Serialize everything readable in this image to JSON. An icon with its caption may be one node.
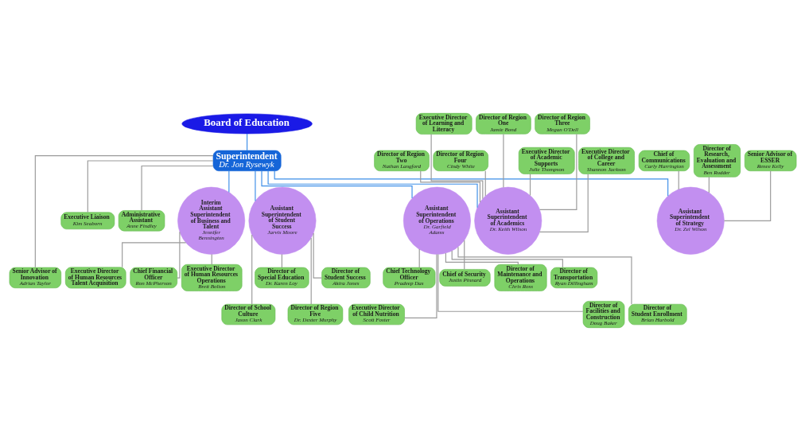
{
  "diagram": {
    "nodes": [
      {
        "text": [
          "Board of Education"
        ]
      },
      {
        "text": [
          "Superintendent",
          "Dr. Jon Rysewyk"
        ]
      },
      {
        "text": [
          "Executive Liaison",
          "Kim Seaborn"
        ]
      },
      {
        "text": [
          "Administrative Assistant",
          "Anne Findley"
        ]
      },
      {
        "text": [
          "Senior Advisor of Innovation",
          "Adrian Taylor"
        ]
      },
      {
        "text": [
          "Assistant Superintendent of Academics",
          "Dr. Keith Wilson"
        ]
      },
      {
        "text": [
          "Assistant Superintendent of Strategy",
          "Dr. Zel Wilson"
        ]
      },
      {
        "text": [
          "Interim Assistant Superintendent of Business and Talent",
          "Jennifer Bennington"
        ]
      },
      {
        "text": [
          "Assistant Superintendent of Student Success",
          "Jarvis Moore"
        ]
      },
      {
        "text": [
          "Assistant Superintendent of Operations",
          "Dr. Garfield Adams"
        ]
      },
      {
        "text": [
          "Executive Director of Learning and Literacy"
        ]
      },
      {
        "text": [
          "Director of Region One",
          "Jamie Bond"
        ]
      },
      {
        "text": [
          "Director of Region Three",
          "Megan O'Dell"
        ]
      },
      {
        "text": [
          "Executive Director of Academic Supports",
          "Julie Thompson"
        ]
      },
      {
        "text": [
          "Executive Director of College and Career",
          "Shannon Jackson"
        ]
      },
      {
        "text": [
          "Director of Region Two",
          "Nathan Langford"
        ]
      },
      {
        "text": [
          "Director of Region Four",
          "Cindy White"
        ]
      },
      {
        "text": [
          "Chief of Communications",
          "Carly Harrington"
        ]
      },
      {
        "text": [
          "Director of Research, Evaluation and Assessment",
          "Ben Rudder"
        ]
      },
      {
        "text": [
          "Senior Advisor of ESSER",
          "Renee Kelly"
        ]
      },
      {
        "text": [
          "Executive Director of Human Resources Operations",
          "Brett Bolton"
        ]
      },
      {
        "text": [
          "Executive Director of Human Resources Talent Acquisition"
        ]
      },
      {
        "text": [
          "Chief Financial Officer",
          "Ron McPherson"
        ]
      },
      {
        "text": [
          "Director of Student Success",
          "Akira Jones"
        ]
      },
      {
        "text": [
          "Director of School Culture",
          "Jason Clark"
        ]
      },
      {
        "text": [
          "Director of Special Education",
          "Dr. Karen Loy"
        ]
      },
      {
        "text": [
          "Director of Region Five",
          "Dr. Dexter Murphy"
        ]
      },
      {
        "text": [
          "Chief Technology Officer",
          "Pradeep Das"
        ]
      },
      {
        "text": [
          "Chief of Security",
          "Justin Pinnard"
        ]
      },
      {
        "text": [
          "Director of Maintenance and Operations",
          "Chris Ross"
        ]
      },
      {
        "text": [
          "Director of Transportation",
          "Ryan Dillingham"
        ]
      },
      {
        "text": [
          "Director of Facilities and Construction",
          "Doug Baker"
        ]
      },
      {
        "text": [
          "Director of Student Enrollment",
          "Brian Harbold"
        ]
      },
      {
        "text": [
          "Executive Director of Child Nutrition",
          "Scott Foster"
        ]
      }
    ],
    "edges": [
      {
        "from": 0,
        "to": 1,
        "arrow": "none",
        "color": "#3d8ee8"
      },
      {
        "from": 1,
        "to": 2,
        "arrow": "none"
      },
      {
        "from": 1,
        "to": 3,
        "arrow": "none"
      },
      {
        "from": 1,
        "to": 4,
        "arrow": "none"
      },
      {
        "from": 1,
        "to": 5,
        "arrow": "none",
        "color": "#3d8ee8"
      },
      {
        "from": 1,
        "to": 6,
        "arrow": "none",
        "color": "#3d8ee8"
      },
      {
        "from": 1,
        "to": 7,
        "arrow": "none",
        "color": "#3d8ee8"
      },
      {
        "from": 1,
        "to": 8,
        "arrow": "none",
        "color": "#3d8ee8"
      },
      {
        "from": 1,
        "to": 9,
        "arrow": "none",
        "color": "#3d8ee8"
      },
      {
        "from": 10,
        "to": 5,
        "arrow": "none"
      },
      {
        "from": 11,
        "to": 5,
        "arrow": "none"
      },
      {
        "from": 12,
        "to": 5,
        "arrow": "none"
      },
      {
        "from": 13,
        "to": 5,
        "arrow": "none"
      },
      {
        "from": 14,
        "to": 5,
        "arrow": "none"
      },
      {
        "from": 15,
        "to": 5,
        "arrow": "none"
      },
      {
        "from": 16,
        "to": 5,
        "arrow": "none"
      },
      {
        "from": 17,
        "to": 6,
        "arrow": "none"
      },
      {
        "from": 18,
        "to": 6,
        "arrow": "none"
      },
      {
        "from": 19,
        "to": 6,
        "arrow": "none"
      },
      {
        "from": 7,
        "to": 20,
        "arrow": "none"
      },
      {
        "from": 7,
        "to": 21,
        "arrow": "none"
      },
      {
        "from": 7,
        "to": 22,
        "arrow": "none"
      },
      {
        "from": 8,
        "to": 23,
        "arrow": "none"
      },
      {
        "from": 8,
        "to": 24,
        "arrow": "none"
      },
      {
        "from": 8,
        "to": 25,
        "arrow": "none"
      },
      {
        "from": 8,
        "to": 26,
        "arrow": "none"
      },
      {
        "from": 9,
        "to": 27,
        "arrow": "none"
      },
      {
        "from": 9,
        "to": 28,
        "arrow": "none"
      },
      {
        "from": 9,
        "to": 29,
        "arrow": "none"
      },
      {
        "from": 9,
        "to": 30,
        "arrow": "none"
      },
      {
        "from": 9,
        "to": 31,
        "arrow": "none"
      },
      {
        "from": 9,
        "to": 32,
        "arrow": "none"
      },
      {
        "from": 9,
        "to": 33,
        "arrow": "none"
      }
    ]
  }
}
